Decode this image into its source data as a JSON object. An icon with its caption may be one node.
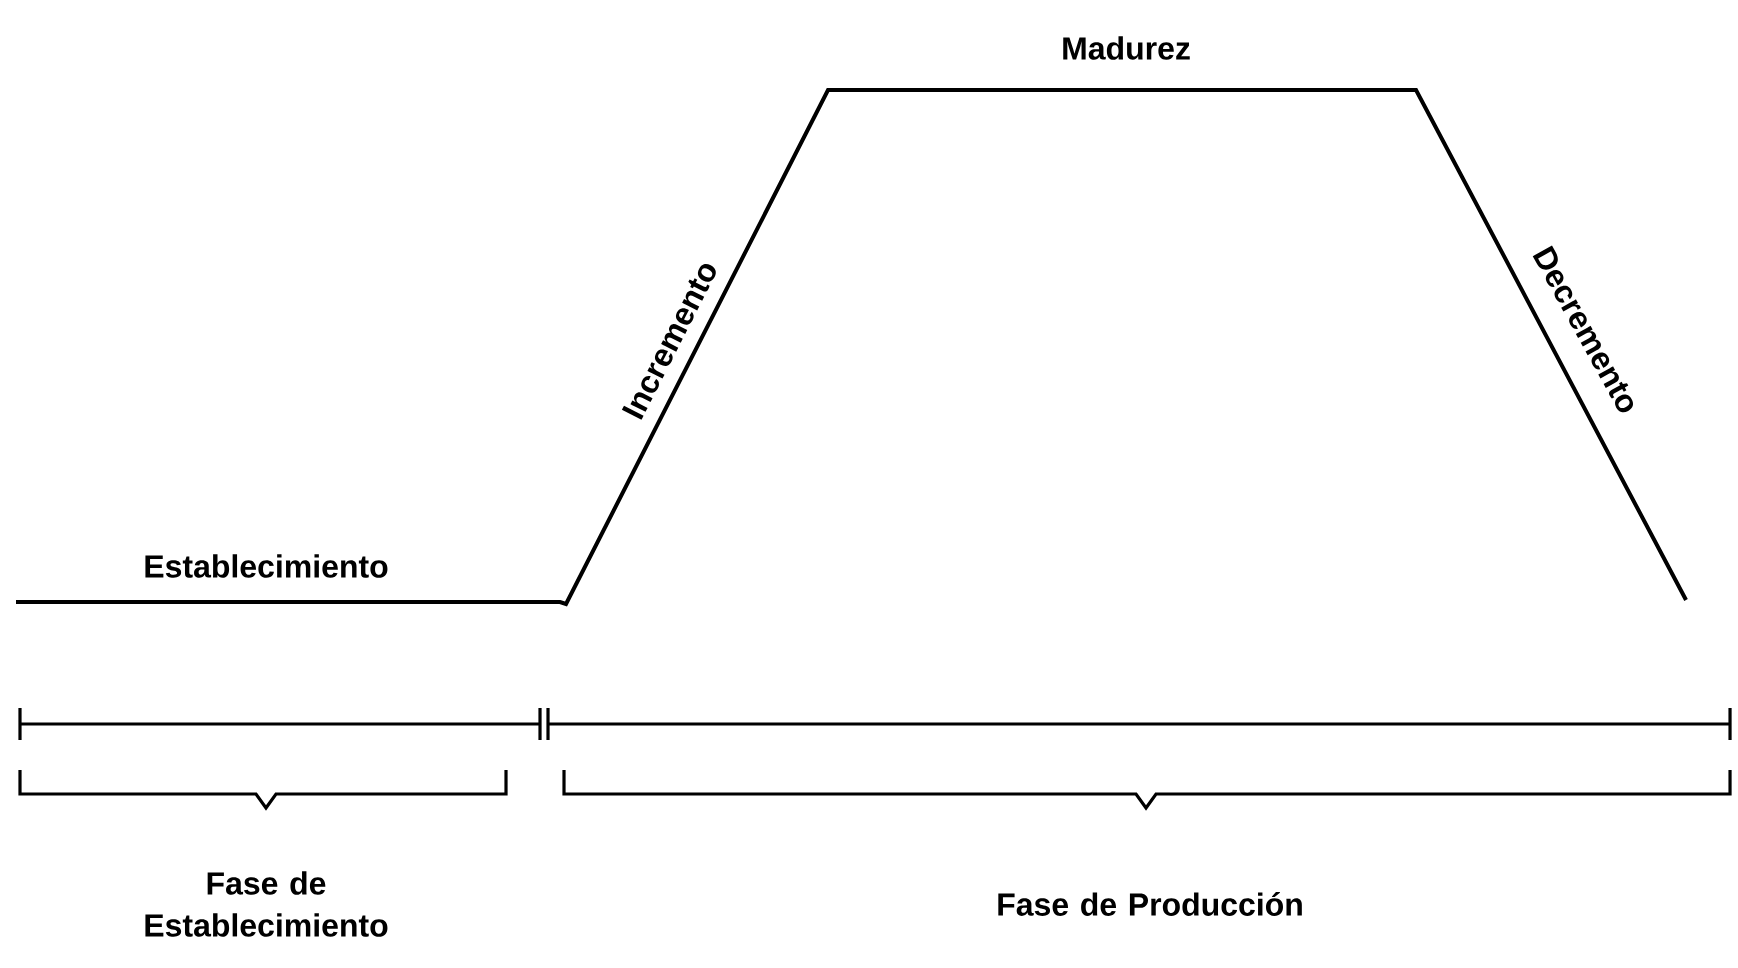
{
  "diagram": {
    "labels": [
      "Madurez",
      "Incremento",
      "Decremento",
      "Establecimiento",
      "Fase de Establecimiento",
      "Fase de Producción"
    ]
  }
}
